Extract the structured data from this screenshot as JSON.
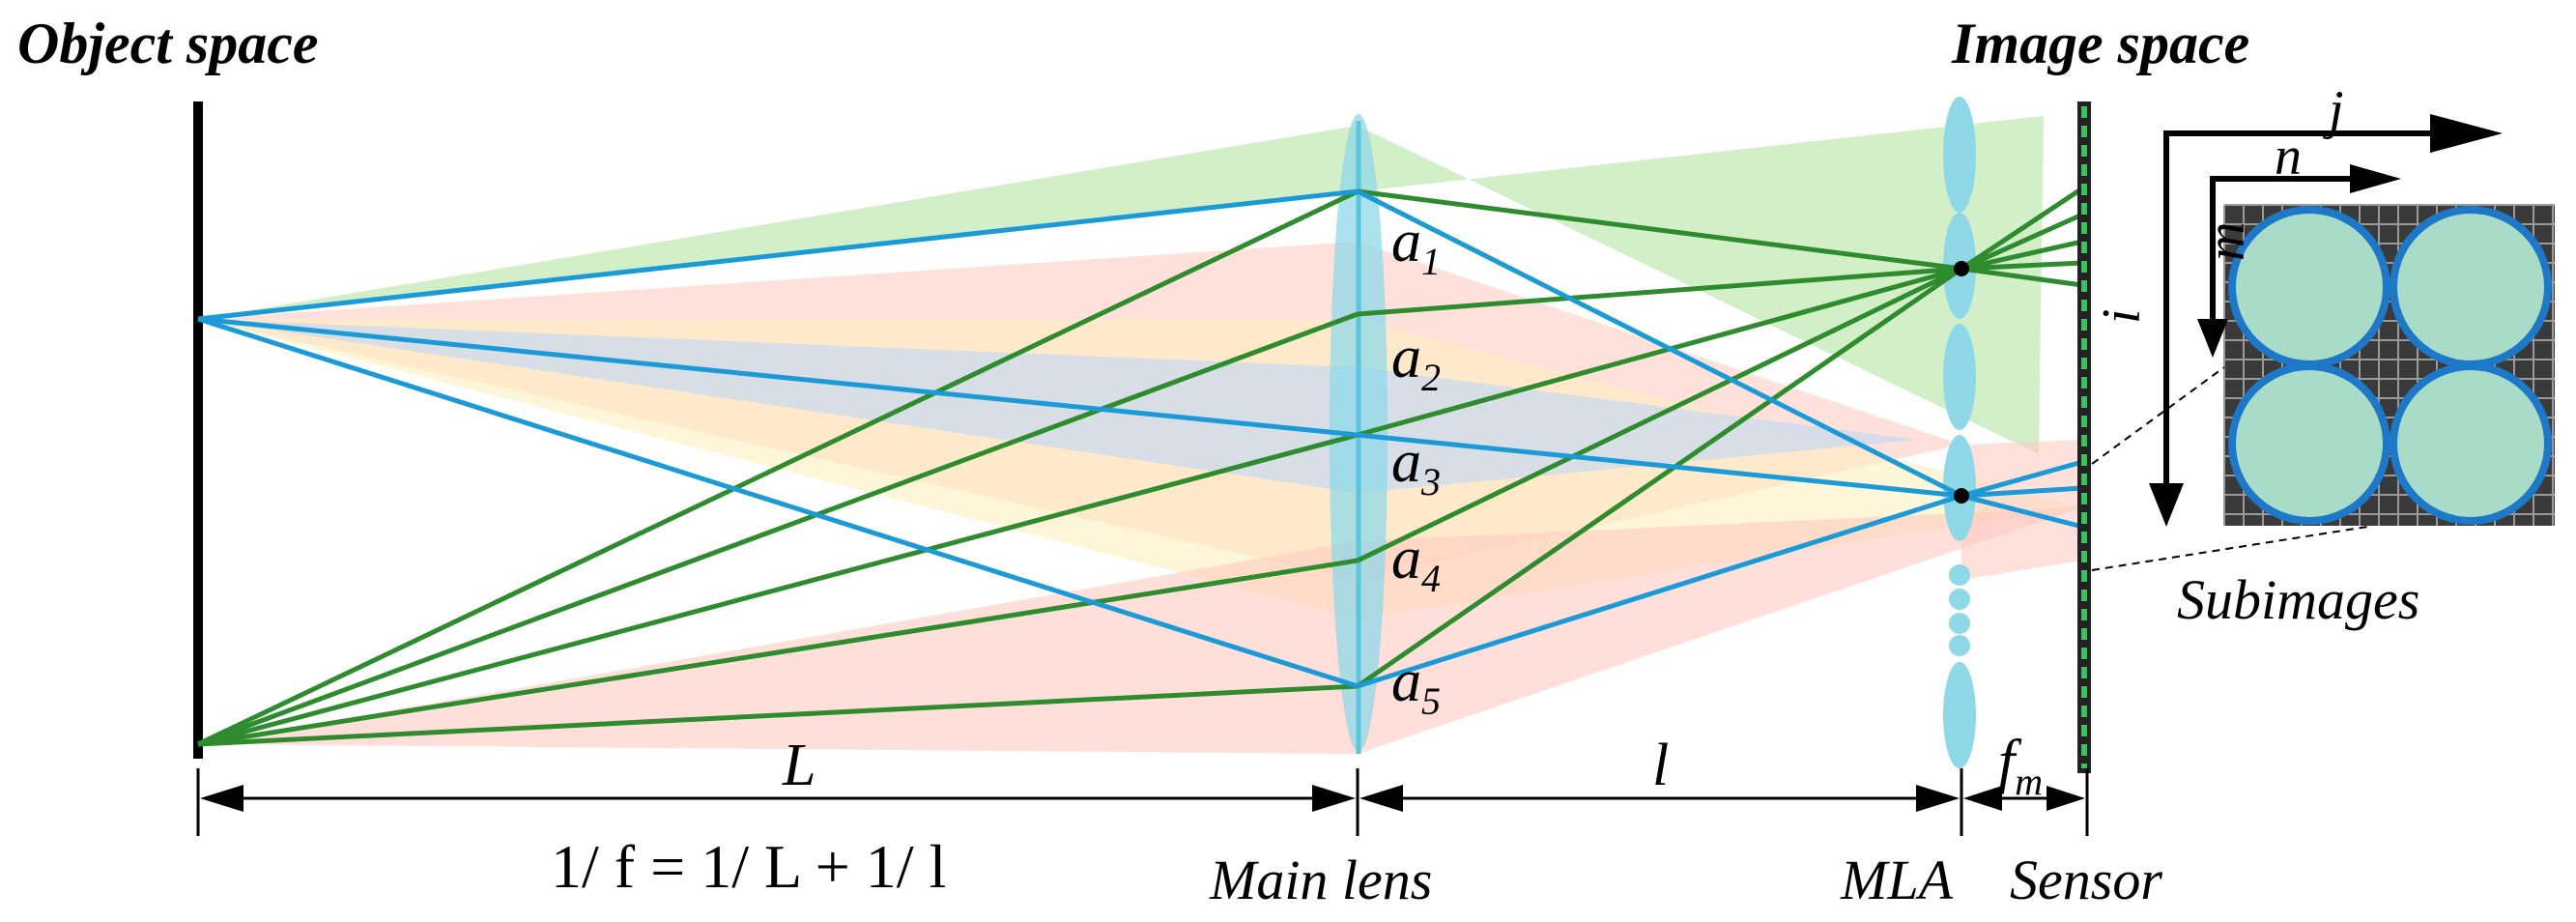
{
  "titles": {
    "object_space": "Object space",
    "image_space": "Image space"
  },
  "apertures": [
    {
      "base": "a",
      "sub": "1"
    },
    {
      "base": "a",
      "sub": "2"
    },
    {
      "base": "a",
      "sub": "3"
    },
    {
      "base": "a",
      "sub": "4"
    },
    {
      "base": "a",
      "sub": "5"
    }
  ],
  "distances": {
    "L": "L",
    "l": "l",
    "fm_base": "f",
    "fm_sub": "m"
  },
  "equation": "1/ f = 1/ L + 1/ l",
  "components": {
    "main_lens": "Main lens",
    "mla": "MLA",
    "sensor": "Sensor",
    "subimages": "Subimages"
  },
  "axes": {
    "j": "j",
    "n": "n",
    "i": "i",
    "m": "m"
  },
  "colors": {
    "green_ray": "#2e8b2e",
    "blue_ray": "#1a9ad6",
    "lens": "#8fd8e8",
    "cone_green": "#bfe8b0",
    "cone_red": "#ffc9c0",
    "cone_yellow": "#fdf0c0",
    "cone_blue": "#c8d8f0",
    "subimage_fill": "#a8dcc8",
    "subimage_edge": "#1e78c8",
    "sensor_pixel": "#3cc060"
  }
}
